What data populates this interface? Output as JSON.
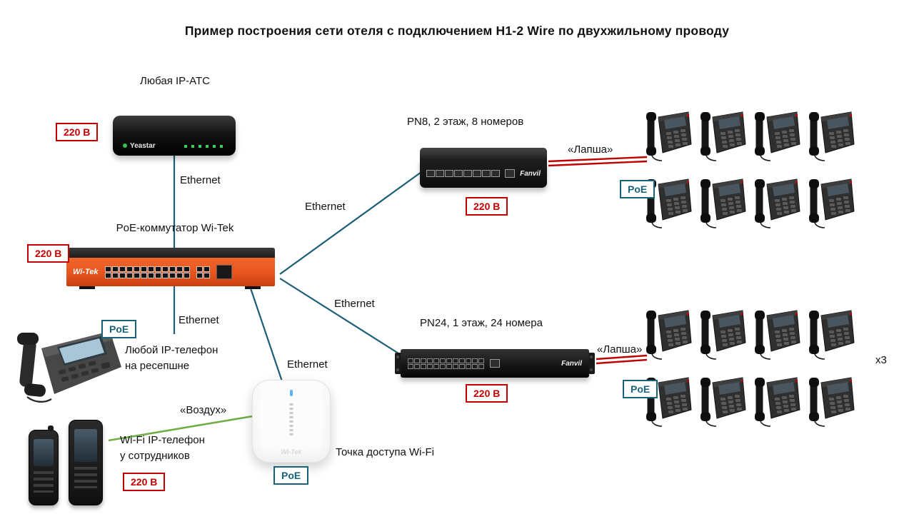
{
  "title": "Пример построения сети отеля с подключением H1-2 Wire по двухжильному проводу",
  "nodes": {
    "pbx": {
      "label": "Любая IP-АТС",
      "brand": "Yeastar"
    },
    "switch": {
      "label": "PoE-коммутатор Wi-Tek",
      "brand": "Wi-Tek"
    },
    "pn8": {
      "label": "PN8, 2 этаж, 8 номеров",
      "brand": "Fanvil"
    },
    "pn24": {
      "label": "PN24, 1 этаж, 24 номера",
      "brand": "Fanvil"
    },
    "reception_phone": {
      "label_line1": "Любой IP-телефон",
      "label_line2": "на ресепшне"
    },
    "wifi_phone": {
      "label_line1": "Wi-Fi IP-телефон",
      "label_line2": "у сотрудников"
    },
    "ap": {
      "label": "Точка доступа Wi-Fi",
      "brand": "Wi-Tek"
    },
    "phones_multiplier": "x3"
  },
  "links": {
    "ethernet": "Ethernet",
    "lapsha": "«Лапша»",
    "vozduh": "«Воздух»"
  },
  "badges": {
    "power": "220 В",
    "poe": "PoE"
  },
  "colors": {
    "line_teal": "#1c5e78",
    "lapsha_red": "#c00000",
    "vozduh_green": "#70ad47",
    "badge_red": "#c00000",
    "badge_teal": "#17637a",
    "switch_orange": "#e8551e"
  }
}
